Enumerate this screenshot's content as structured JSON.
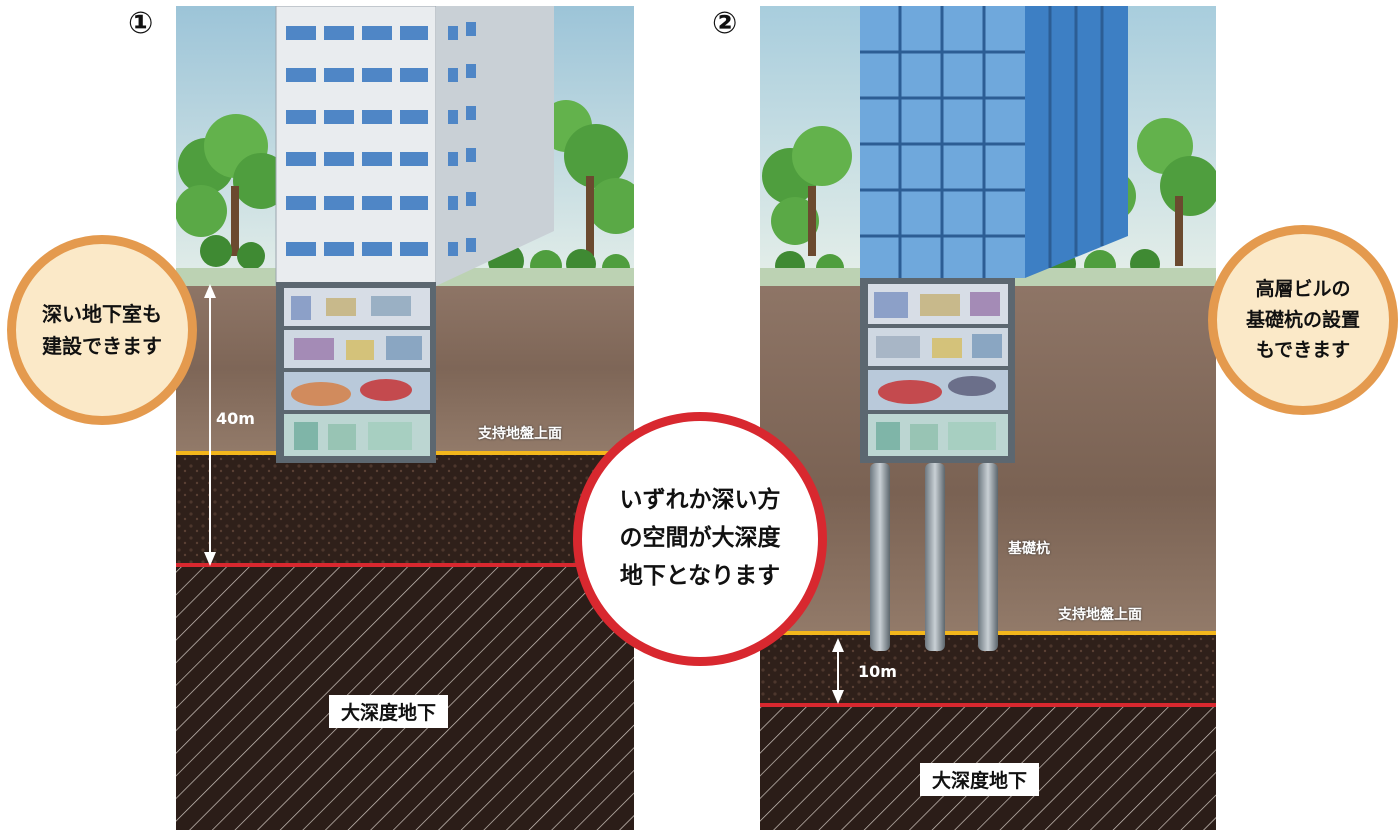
{
  "panel1": {
    "number": "①",
    "depth_label": "40m",
    "bearing_layer_label": "支持地盤上面",
    "deep_underground_label": "大深度地下",
    "callout": "深い地下室も\n建設できます"
  },
  "panel2": {
    "number": "②",
    "depth_label": "10m",
    "bearing_layer_label": "支持地盤上面",
    "pile_label": "基礎杭",
    "deep_underground_label": "大深度地下",
    "callout": "高層ビルの\n基礎杭の設置\nもできます"
  },
  "center_callout": "いずれか深い方\nの空間が大深度\n地下となります",
  "colors": {
    "sky": "#c9dfe8",
    "soil": "#8c7262",
    "dark_soil": "#2a1c17",
    "bearing_line": "#f3b61c",
    "deep_line": "#d8282f",
    "orange_ring": "#e49a4e",
    "red_ring": "#d8282f"
  }
}
